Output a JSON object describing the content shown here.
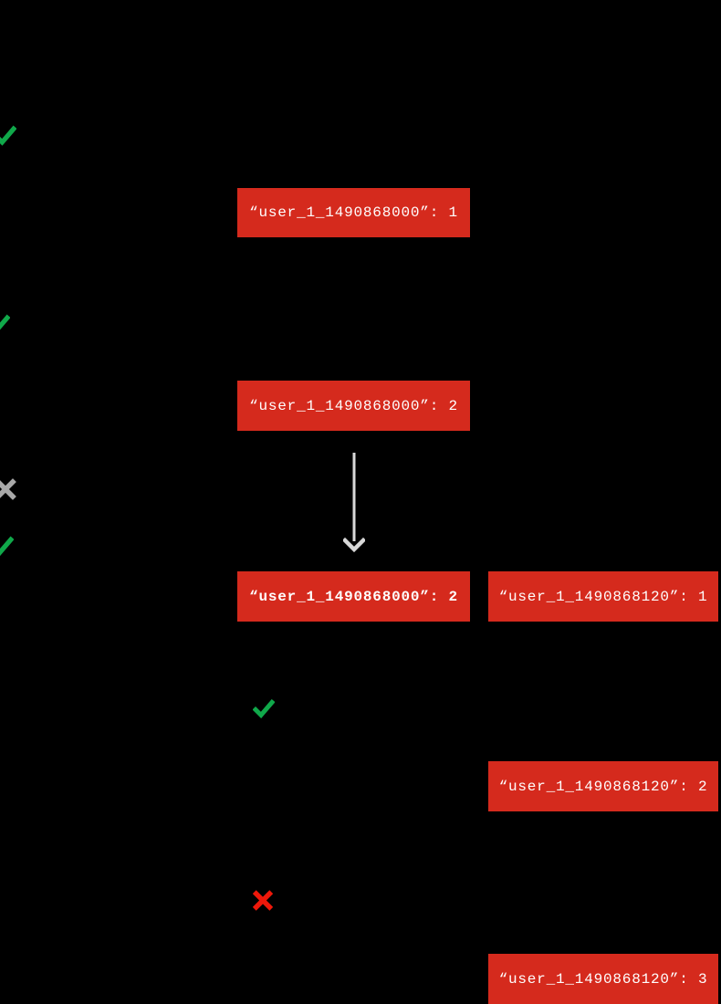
{
  "diagram": {
    "description": "Rate limit counter diagram: fixed window counters per user, requests accepted or rejected",
    "background": "#000000",
    "colors": {
      "box_red": "#D52A1D",
      "label_white": "#FFFFFF",
      "check_green": "#10A84A",
      "reject_red": "#EE180A",
      "neutral_gray": "#A8A8A8",
      "arrow_gray": "#D8D8D8"
    },
    "counters": [
      {
        "key": "user_1_1490868000",
        "value": "1",
        "label": "“user_1_1490868000”: 1",
        "emphasis": false
      },
      {
        "key": "user_1_1490868000",
        "value": "2",
        "label": "“user_1_1490868000”: 2",
        "emphasis": false
      },
      {
        "key": "user_1_1490868000",
        "value": "2",
        "label": "“user_1_1490868000”: 2",
        "emphasis": true
      },
      {
        "key": "user_1_1490868120",
        "value": "1",
        "label": "“user_1_1490868120”: 1",
        "emphasis": false
      },
      {
        "key": "user_1_1490868120",
        "value": "2",
        "label": "“user_1_1490868120”: 2",
        "emphasis": false
      },
      {
        "key": "user_1_1490868120",
        "value": "3",
        "label": "“user_1_1490868120”: 3",
        "emphasis": false
      }
    ],
    "marks": [
      {
        "type": "check",
        "meaning": "request accepted"
      },
      {
        "type": "check",
        "meaning": "request accepted"
      },
      {
        "type": "x-gray",
        "meaning": "window expired / discarded"
      },
      {
        "type": "check",
        "meaning": "request accepted"
      },
      {
        "type": "check",
        "meaning": "request accepted"
      },
      {
        "type": "x-red",
        "meaning": "request rejected"
      }
    ],
    "arrow": {
      "direction": "down",
      "meaning": "window rollover to new counter"
    }
  }
}
